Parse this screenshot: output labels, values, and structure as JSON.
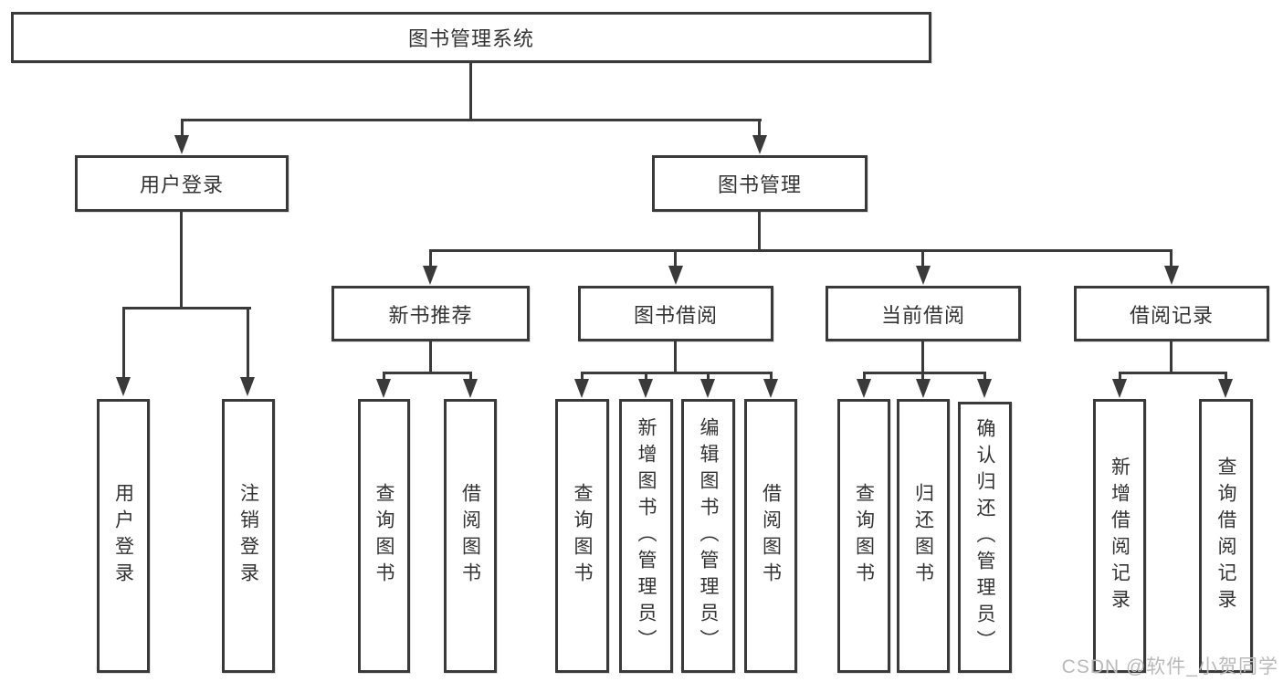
{
  "diagram_title": "图书管理系统",
  "nodes": {
    "root": "图书管理系统",
    "user_login_branch": "用户登录",
    "book_mgmt": "图书管理",
    "login": "用户登录",
    "logout": "注销登录",
    "new_book_rec": "新书推荐",
    "book_borrow": "图书借阅",
    "current_borrow": "当前借阅",
    "borrow_record": "借阅记录",
    "nbr_query": "查询图书",
    "nbr_borrow": "借阅图书",
    "bb_query": "查询图书",
    "bb_add": "新增图书（管理员）",
    "bb_edit": "编辑图书（管理员）",
    "bb_borrow": "借阅图书",
    "cb_query": "查询图书",
    "cb_return": "归还图书",
    "cb_confirm": "确认归还（管理员）",
    "br_add": "新增借阅记录",
    "br_query": "查询借阅记录"
  },
  "watermark": "CSDN @软件_小贺同学",
  "colors": {
    "line": "#3a3a3a",
    "text": "#333333",
    "watermark": "#b9b9b9",
    "background": "#ffffff"
  }
}
